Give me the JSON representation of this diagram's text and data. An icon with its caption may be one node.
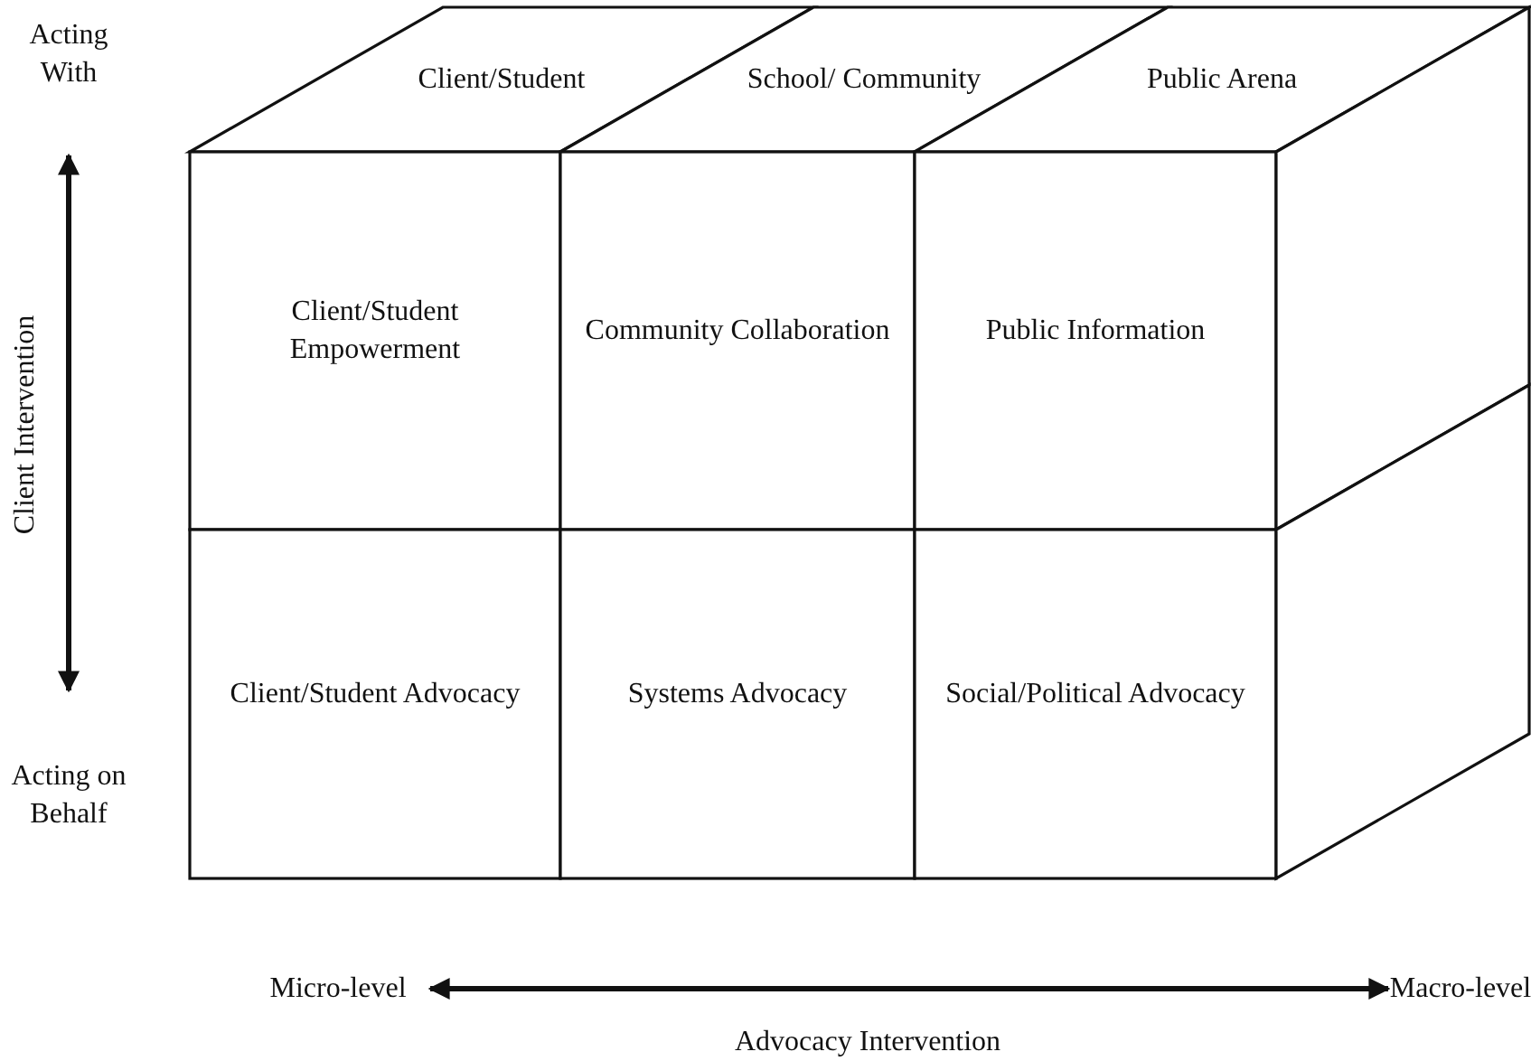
{
  "diagram": {
    "nodes": [
      {
        "text": [
          "Client/Student"
        ]
      },
      {
        "text": [
          "School/ Community"
        ]
      },
      {
        "text": [
          "Public Arena"
        ]
      },
      {
        "text": [
          "Client/Student Empowerment"
        ]
      },
      {
        "text": [
          "Community Collaboration"
        ]
      },
      {
        "text": [
          "Public Information"
        ]
      },
      {
        "text": [],
        "shape": "parallelogram"
      },
      {
        "text": [
          "Client/Student Advocacy"
        ]
      },
      {
        "text": [
          "Systems Advocacy"
        ]
      },
      {
        "text": [
          "Social/Political Advocacy"
        ]
      },
      {
        "text": [],
        "shape": "parallelogram"
      },
      {
        "text": [
          "Acting With"
        ]
      },
      {
        "text": [
          "Acting on Behalf"
        ]
      },
      {
        "text": [
          "Micro-level"
        ]
      },
      {
        "text": [
          "Macro-level"
        ]
      }
    ],
    "edges": [
      {
        "from": 11,
        "to": 12,
        "arrow": "both",
        "label": "Client Intervention"
      },
      {
        "from": 13,
        "to": 14,
        "arrow": "both",
        "label": "Advocacy Intervention"
      }
    ]
  }
}
